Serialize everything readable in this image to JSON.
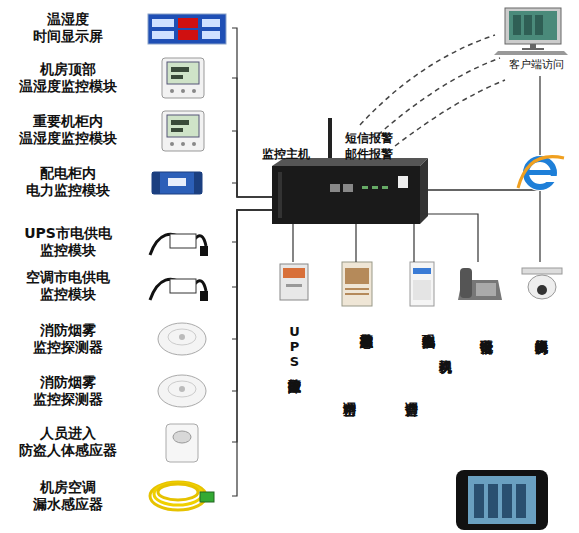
{
  "diagram": {
    "nodes": [
      {
        "text": [
          "温湿度 时间显示屏"
        ]
      },
      {
        "text": [
          "机房顶部 温湿度监控模块"
        ]
      },
      {
        "text": [
          "重要机柜内 温湿度监控模块"
        ]
      },
      {
        "text": [
          "配电柜内 电力监控模块"
        ]
      },
      {
        "text": [
          "UPS市电供电 监控模块"
        ]
      },
      {
        "text": [
          "空调市电供电 监控模块"
        ]
      },
      {
        "text": [
          "消防烟雾 监控探测器"
        ]
      },
      {
        "text": [
          "消防烟雾 监控探测器"
        ]
      },
      {
        "text": [
          "人员进入 防盗人体感应器"
        ]
      },
      {
        "text": [
          "机房空调 漏水感应器"
        ]
      },
      {
        "text": [
          "监控主机"
        ]
      },
      {
        "text": [
          "客户端访问"
        ]
      },
      {
        "text": [
          "UPS故障监控报警"
        ]
      },
      {
        "text": [
          "精密空调",
          "出风状态监控报警"
        ]
      },
      {
        "text": [
          "普通空调",
          "实现停电来电自启",
          "双机切换"
        ]
      },
      {
        "text": [
          "电话语音报警"
        ]
      },
      {
        "text": [
          "机房网络摄像机"
        ]
      }
    ],
    "edges": [
      {
        "from": 0,
        "to": 10,
        "arrow": "none"
      },
      {
        "from": 1,
        "to": 10,
        "arrow": "none"
      },
      {
        "from": 2,
        "to": 10,
        "arrow": "none"
      },
      {
        "from": 3,
        "to": 10,
        "arrow": "none"
      },
      {
        "from": 4,
        "to": 10,
        "arrow": "none"
      },
      {
        "from": 5,
        "to": 10,
        "arrow": "none"
      },
      {
        "from": 6,
        "to": 10,
        "arrow": "none"
      },
      {
        "from": 7,
        "to": 10,
        "arrow": "none"
      },
      {
        "from": 8,
        "to": 10,
        "arrow": "none"
      },
      {
        "from": 9,
        "to": 10,
        "arrow": "none"
      },
      {
        "from": 10,
        "to": 11,
        "arrow": "none"
      },
      {
        "from": 10,
        "to": 12,
        "arrow": "none"
      },
      {
        "from": 10,
        "to": 13,
        "arrow": "none"
      },
      {
        "from": 10,
        "to": 14,
        "arrow": "none"
      },
      {
        "from": 10,
        "to": 15,
        "arrow": "none"
      },
      {
        "from": 10,
        "to": 16,
        "arrow": "none"
      }
    ],
    "labels": [
      "短信报警 邮件报警"
    ]
  }
}
